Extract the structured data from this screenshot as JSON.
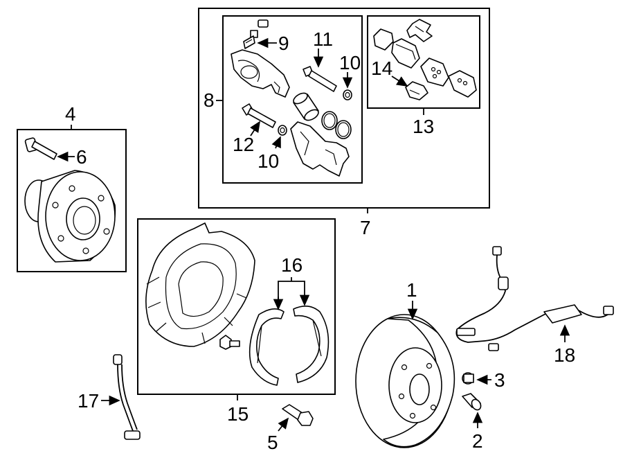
{
  "callouts": {
    "c1": "1",
    "c2": "2",
    "c3": "3",
    "c4": "4",
    "c5": "5",
    "c6": "6",
    "c7": "7",
    "c8": "8",
    "c9": "9",
    "c10a": "10",
    "c10b": "10",
    "c11": "11",
    "c12": "12",
    "c13": "13",
    "c14": "14",
    "c15": "15",
    "c16": "16",
    "c17": "17",
    "c18": "18"
  },
  "colors": {
    "ink": "#000000",
    "paper": "#ffffff"
  }
}
